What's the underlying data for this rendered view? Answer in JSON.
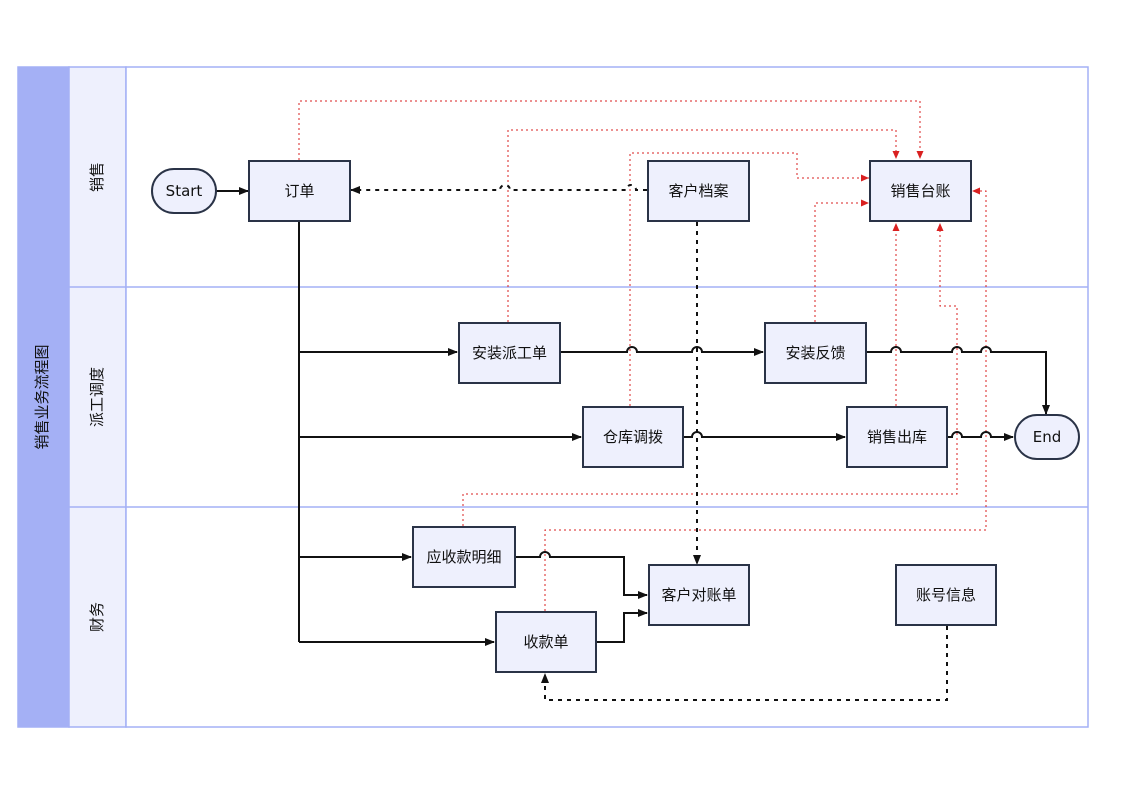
{
  "diagram": {
    "title": "销售业务流程图",
    "lanes": [
      {
        "id": "lane-sales",
        "label": "销售"
      },
      {
        "id": "lane-dispatch",
        "label": "派工调度"
      },
      {
        "id": "lane-finance",
        "label": "财务"
      }
    ],
    "nodes": {
      "start": "Start",
      "end": "End",
      "order": "订单",
      "customer_file": "客户档案",
      "sales_ledger": "销售台账",
      "install_order": "安装派工单",
      "install_feedback": "安装反馈",
      "warehouse_transfer": "仓库调拨",
      "sales_outbound": "销售出库",
      "receivable_detail": "应收款明细",
      "customer_statement": "客户对账单",
      "receipt": "收款单",
      "account_info": "账号信息"
    },
    "colors": {
      "lane_border": "#a4b0f5",
      "title_fill": "#a4b0f5",
      "header_fill": "#eef0fd",
      "node_fill": "#eef0fd",
      "node_stroke": "#2a3347",
      "flow_line": "#111111",
      "reference_line": "#d92020"
    }
  }
}
